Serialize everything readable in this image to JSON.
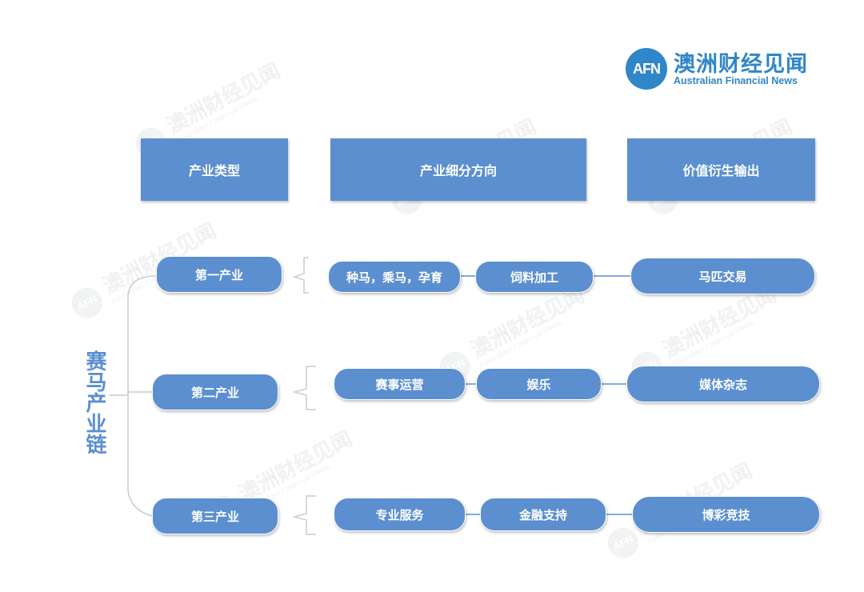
{
  "logo": {
    "badge": "AFN",
    "name_cn": "澳洲财经见闻",
    "name_en": "Australian Financial News",
    "color": "#2f86c8"
  },
  "root": "赛马产业链",
  "headers": [
    "产业类型",
    "产业细分方向",
    "价值衍生输出"
  ],
  "rows": [
    {
      "type": "第一产业",
      "segments": [
        "种马，乘马，孕育",
        "饲料加工"
      ],
      "output": "马匹交易"
    },
    {
      "type": "第二产业",
      "segments": [
        "赛事运营",
        "娱乐"
      ],
      "output": "媒体杂志"
    },
    {
      "type": "第三产业",
      "segments": [
        "专业服务",
        "金融支持"
      ],
      "output": "博彩竞技"
    }
  ],
  "watermark": {
    "badge": "AFN",
    "cn": "澳洲财经见闻",
    "en": "Australian Financial News"
  },
  "colors": {
    "node": "#5b8fd0",
    "line": "#c9ccd0"
  }
}
